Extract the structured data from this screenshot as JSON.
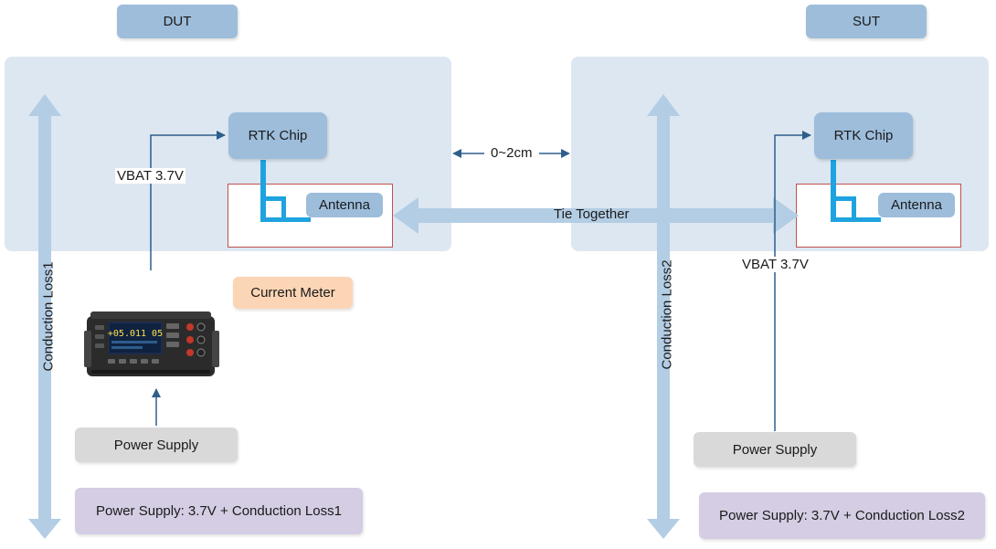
{
  "dut": {
    "tag": "DUT",
    "chip_label": "RTK Chip",
    "antenna_label": "Antenna",
    "vbat_label": "VBAT 3.7V",
    "current_meter_label": "Current Meter",
    "power_supply_label": "Power Supply",
    "conduction_loss_label": "Conduction Loss1",
    "summary_label": "Power Supply: 3.7V + Conduction Loss1"
  },
  "sut": {
    "tag": "SUT",
    "chip_label": "RTK Chip",
    "antenna_label": "Antenna",
    "vbat_label": "VBAT 3.7V",
    "power_supply_label": "Power Supply",
    "conduction_loss_label": "Conduction Loss2",
    "summary_label": "Power Supply: 3.7V + Conduction Loss2"
  },
  "link": {
    "distance_label": "0~2cm",
    "tie_label": "Tie Together"
  },
  "meter_device": {
    "display_reading": "+05.011 05"
  },
  "colors": {
    "panel": "#dde7f1",
    "accent_blue": "#9dbddb",
    "antenna_blue": "#1fa3e0",
    "arrow_dark": "#2e5f8a",
    "red_outline": "#c0504d",
    "purple": "#d4cde3",
    "peach": "#fbd5b5",
    "grey": "#d9d9d9"
  }
}
